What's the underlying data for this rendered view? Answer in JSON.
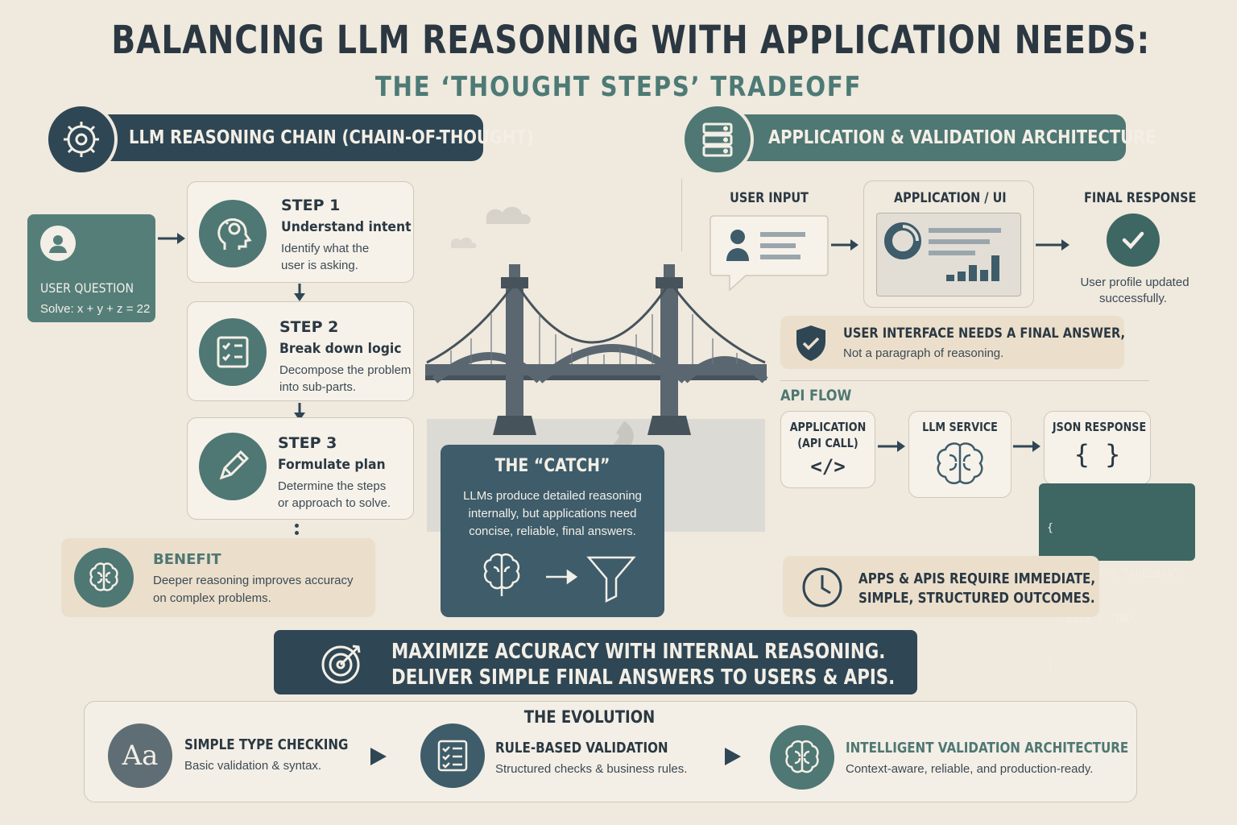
{
  "title": "BALANCING LLM REASONING WITH APPLICATION NEEDS:",
  "subtitle": "THE ‘THOUGHT STEPS’ TRADEOFF",
  "left_section": {
    "header": "LLM REASONING CHAIN (CHAIN-OF-THOUGHT)",
    "user_question": {
      "label": "USER QUESTION",
      "text": "Solve: x + y + z = 22"
    },
    "steps": [
      {
        "title": "STEP 1",
        "subtitle": "Understand intent",
        "desc1": "Identify what the",
        "desc2": "user is asking."
      },
      {
        "title": "STEP 2",
        "subtitle": "Break down logic",
        "desc1": "Decompose the problem",
        "desc2": "into sub-parts."
      },
      {
        "title": "STEP 3",
        "subtitle": "Formulate plan",
        "desc1": "Determine the steps",
        "desc2": "or approach to solve."
      }
    ],
    "benefit": {
      "title": "BENEFIT",
      "desc1": "Deeper reasoning improves accuracy",
      "desc2": "on complex problems."
    }
  },
  "catch": {
    "title": "THE “CATCH”",
    "line1": "LLMs produce detailed reasoning",
    "line2": "internally, but applications need",
    "line3": "concise, reliable, final answers."
  },
  "right_section": {
    "header": "APPLICATION & VALIDATION ARCHITECTURE",
    "user_input_label": "USER INPUT",
    "app_ui_label": "APPLICATION / UI",
    "final_response_label": "FINAL RESPONSE",
    "final_response_text1": "User profile updated",
    "final_response_text2": "successfully.",
    "ui_note": {
      "title": "USER INTERFACE NEEDS A FINAL ANSWER,",
      "desc": "Not a paragraph of reasoning."
    },
    "api_flow_label": "API FLOW",
    "api_app_label1": "APPLICATION",
    "api_app_label2": "(API CALL)",
    "api_app_code": "</>",
    "llm_service_label": "LLM SERVICE",
    "json_response_label": "JSON RESPONSE",
    "json_braces": "{ }",
    "json_code": [
      "{",
      "  \"status\": \"success\",",
      "  \"data\": \"OK\"",
      "}"
    ],
    "apps_note1": "APPS & APIS REQUIRE IMMEDIATE,",
    "apps_note2": "SIMPLE, STRUCTURED OUTCOMES."
  },
  "banner": {
    "line1": "MAXIMIZE ACCURACY WITH INTERNAL REASONING.",
    "line2": "DELIVER SIMPLE FINAL ANSWERS TO USERS & APIS."
  },
  "evolution": {
    "title": "THE EVOLUTION",
    "stages": [
      {
        "icon_text": "Aa",
        "title": "SIMPLE TYPE CHECKING",
        "desc": "Basic validation & syntax."
      },
      {
        "title": "RULE-BASED VALIDATION",
        "desc": "Structured checks & business rules."
      },
      {
        "title": "INTELLIGENT VALIDATION ARCHITECTURE",
        "desc": "Context-aware, reliable, and production-ready."
      }
    ]
  },
  "colors": {
    "navy": "#2f4654",
    "teal": "#4f7773",
    "beige": "#ebdfcc",
    "background": "#efe9de"
  }
}
